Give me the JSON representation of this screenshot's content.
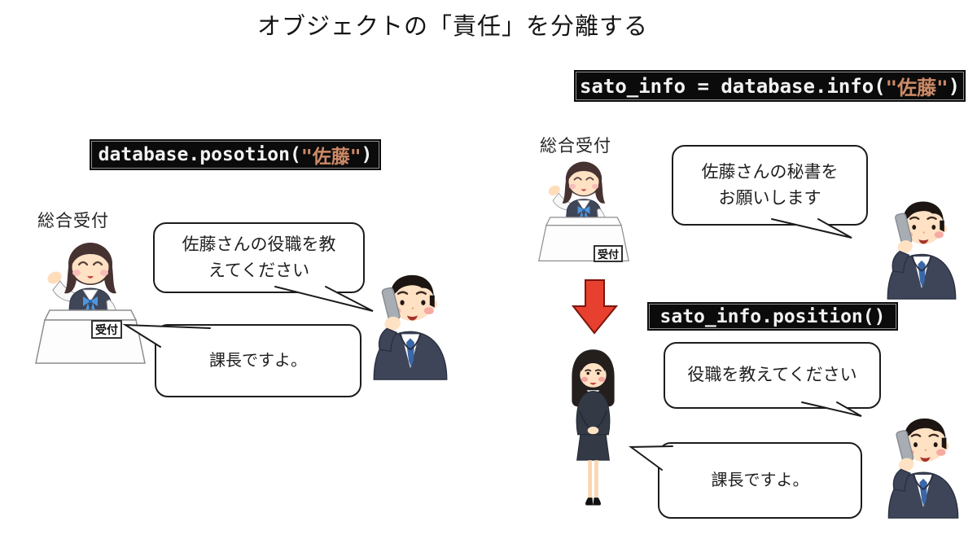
{
  "title": "オブジェクトの「責任」を分離する",
  "colors": {
    "code_bg": "#0b0b0b",
    "code_text": "#f2f2f2",
    "code_string": "#cd8a67",
    "bubble_border": "#1c1c1c",
    "arrow_fill": "#e8402e",
    "arrow_outline": "#7d150c"
  },
  "left_scene": {
    "code_call": {
      "prefix": "database.posotion(",
      "arg_string": "\"佐藤\"",
      "suffix": ")"
    },
    "receptionist_label": "総合受付",
    "desk_sign": "受付",
    "bubble_request_lines": [
      "佐藤さんの役職を教",
      "えてください"
    ],
    "bubble_reply": "課長ですよ。"
  },
  "right_scene": {
    "code_get_info": {
      "prefix": "sato_info = database.info(",
      "arg_string": "\"佐藤\"",
      "suffix": ")"
    },
    "code_get_position": "sato_info.position()",
    "receptionist_label": "総合受付",
    "desk_sign": "受付",
    "bubble_request_secretary_lines": [
      "佐藤さんの秘書を",
      "お願いします"
    ],
    "bubble_request_position": "役職を教えてください",
    "bubble_reply": "課長ですよ。"
  }
}
